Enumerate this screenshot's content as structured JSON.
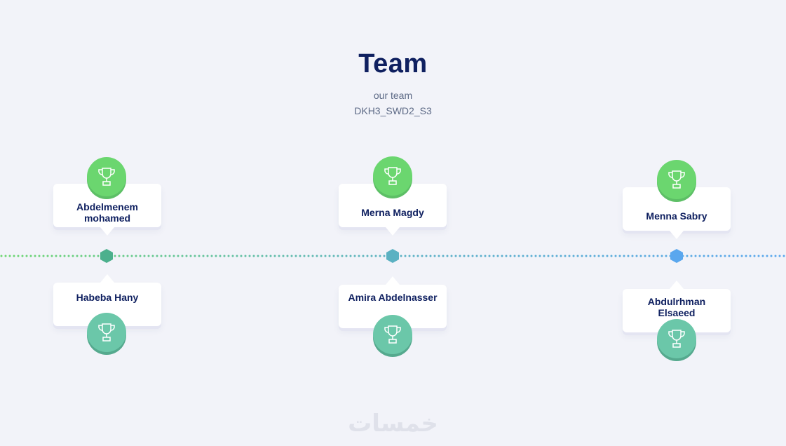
{
  "header": {
    "title": "Team",
    "subtitle": "our team",
    "group": "DKH3_SWD2_S3"
  },
  "colors": {
    "background": "#f2f3f9",
    "title": "#0f2060",
    "badge_top": "#6bd66f",
    "badge_bottom": "#6bc7a9",
    "timeline_start": "#6bd66f",
    "timeline_end": "#5aa7ee"
  },
  "columns": [
    {
      "top": {
        "name": "Abdelmenem mohamed",
        "icon": "trophy-icon"
      },
      "bottom": {
        "name": "Habeba Hany",
        "icon": "trophy-icon"
      },
      "node_color": "#4cb08d"
    },
    {
      "top": {
        "name": "Merna Magdy",
        "icon": "trophy-icon"
      },
      "bottom": {
        "name": "Amira Abdelnasser",
        "icon": "trophy-icon"
      },
      "node_color": "#5bb1c2"
    },
    {
      "top": {
        "name": "Menna Sabry",
        "icon": "trophy-icon"
      },
      "bottom": {
        "name": "Abdulrhman Elsaeed",
        "icon": "trophy-icon"
      },
      "node_color": "#5aa7ee"
    }
  ],
  "watermark": "خمسات"
}
